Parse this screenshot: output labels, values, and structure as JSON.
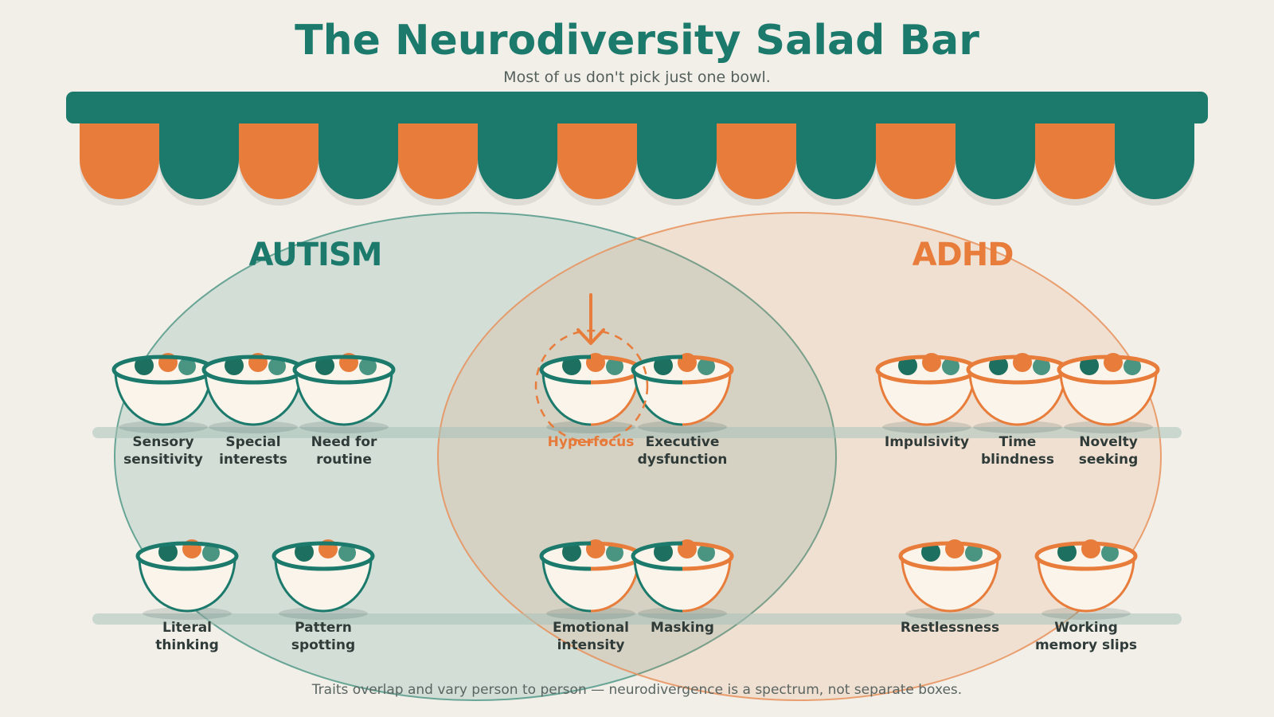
{
  "title": "The Neurodiversity Salad Bar",
  "subtitle": "Most of us don't pick just one bowl.",
  "footer": "Traits overlap and vary person to person — neurodivergence is a spectrum, not separate boxes.",
  "colors": {
    "teal": "#1b7a6b",
    "orange": "#e87c3b",
    "background": "#f2efe9",
    "bowl_fill": "#faf4ea",
    "dot_teal": "#1d6f5f",
    "dot_light_teal": "#4a9582"
  },
  "groups": {
    "autism": {
      "label": "AUTISM"
    },
    "adhd": {
      "label": "ADHD"
    }
  },
  "highlight": {
    "trait": "Hyperfocus",
    "marker": "arrow-down-icon"
  },
  "traits": [
    {
      "lines": [
        "Sensory",
        "sensitivity"
      ],
      "group": "autism"
    },
    {
      "lines": [
        "Special",
        "interests"
      ],
      "group": "autism"
    },
    {
      "lines": [
        "Need for",
        "routine"
      ],
      "group": "autism"
    },
    {
      "lines": [
        "Hyperfocus"
      ],
      "group": "both",
      "highlighted": true
    },
    {
      "lines": [
        "Executive",
        "dysfunction"
      ],
      "group": "both"
    },
    {
      "lines": [
        "Impulsivity"
      ],
      "group": "adhd"
    },
    {
      "lines": [
        "Time",
        "blindness"
      ],
      "group": "adhd"
    },
    {
      "lines": [
        "Novelty",
        "seeking"
      ],
      "group": "adhd"
    },
    {
      "lines": [
        "Literal",
        "thinking"
      ],
      "group": "autism"
    },
    {
      "lines": [
        "Pattern",
        "spotting"
      ],
      "group": "autism"
    },
    {
      "lines": [
        "Emotional",
        "intensity"
      ],
      "group": "both"
    },
    {
      "lines": [
        "Masking"
      ],
      "group": "both"
    },
    {
      "lines": [
        "Restlessness"
      ],
      "group": "adhd"
    },
    {
      "lines": [
        "Working",
        "memory slips"
      ],
      "group": "adhd"
    }
  ]
}
